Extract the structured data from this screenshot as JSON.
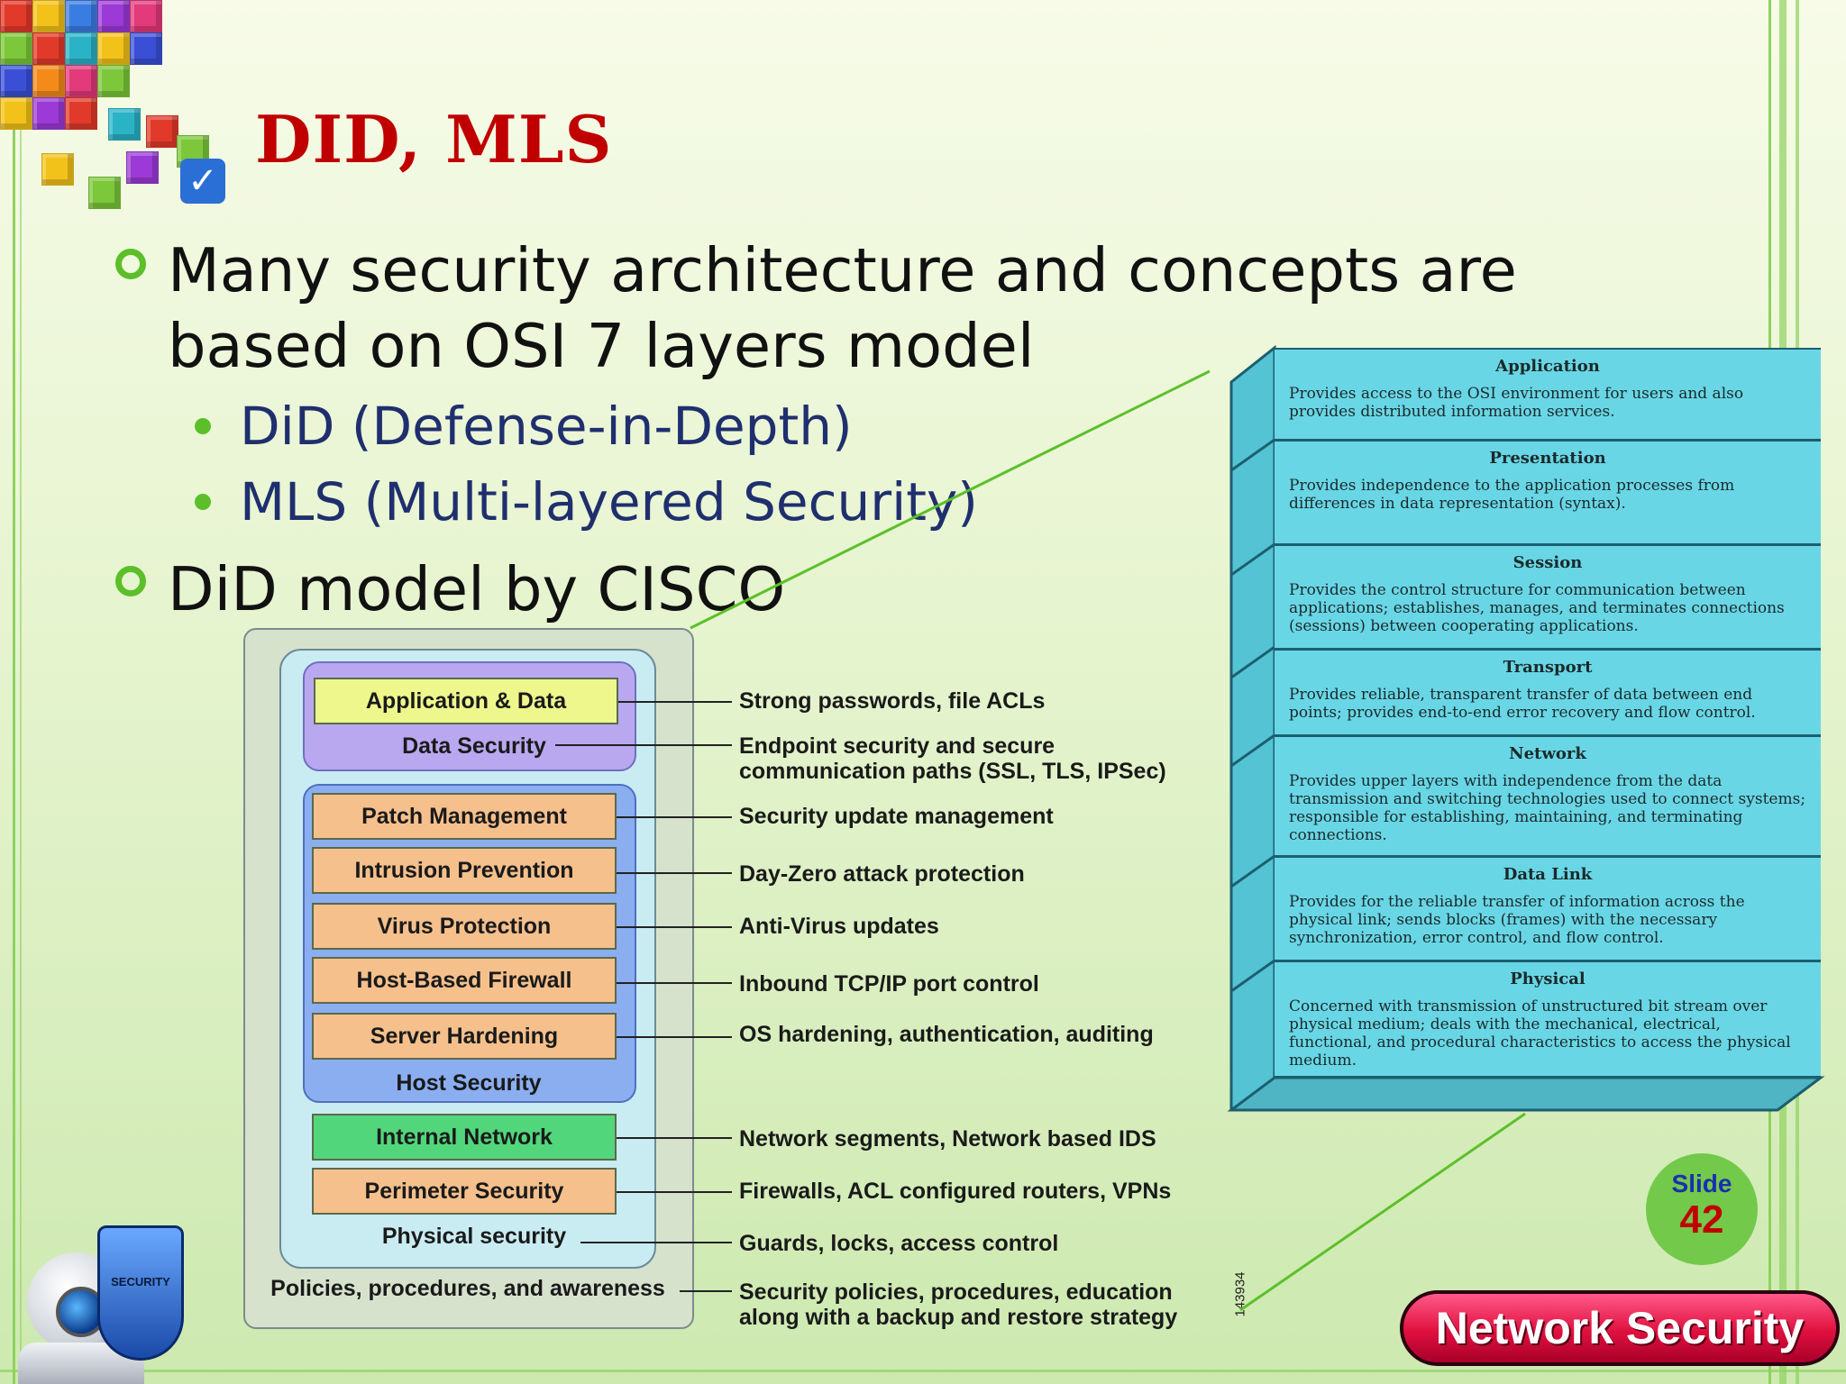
{
  "slide": {
    "title": "DID, MLS",
    "bullets": [
      {
        "line1": "Many security architecture and concepts are",
        "line2": "based on OSI 7 layers model"
      },
      {
        "line1": "DiD model by CISCO"
      }
    ],
    "sub_bullets": [
      "DiD (Defense-in-Depth)",
      "MLS (Multi-layered Security)"
    ],
    "slide_label": "Slide",
    "slide_number": "42",
    "footer_label": "Network Security",
    "robot_shield_text": "SECURITY"
  },
  "did_diagram": {
    "boxes": {
      "app_data": "Application & Data",
      "patch": "Patch Management",
      "intrusion": "Intrusion Prevention",
      "virus": "Virus Protection",
      "firewall": "Host-Based Firewall",
      "hardening": "Server Hardening",
      "internal": "Internal Network",
      "perimeter": "Perimeter Security"
    },
    "group_labels": {
      "data_security": "Data Security",
      "host_security": "Host Security",
      "physical": "Physical security",
      "policies": "Policies, procedures, and awareness"
    },
    "descriptions": {
      "passwords": "Strong passwords, file ACLs",
      "endpoint1": "Endpoint security and secure",
      "endpoint2": "communication paths (SSL, TLS, IPSec)",
      "update": "Security update management",
      "dayzero": "Day-Zero attack protection",
      "antivirus": "Anti-Virus updates",
      "inbound": "Inbound TCP/IP port control",
      "os": "OS hardening, authentication, auditing",
      "segments": "Network segments, Network based IDS",
      "firewalls": "Firewalls, ACL configured routers, VPNs",
      "guards": "Guards, locks, access control",
      "policies1": "Security policies, procedures, education",
      "policies2": "along with a  backup and restore strategy"
    },
    "figure_id": "143934"
  },
  "osi_layers": [
    {
      "name": "Application",
      "text": "Provides access to the OSI environment for users and also provides distributed information services."
    },
    {
      "name": "Presentation",
      "text": "Provides independence to the application processes from differences in data representation (syntax)."
    },
    {
      "name": "Session",
      "text": "Provides the control structure for communication between applications; establishes, manages, and terminates connections (sessions) between cooperating applications."
    },
    {
      "name": "Transport",
      "text": "Provides reliable, transparent transfer of data between end points; provides end-to-end error recovery and flow control."
    },
    {
      "name": "Network",
      "text": "Provides upper layers with independence from the data transmission and switching technologies used to connect systems; responsible for establishing, maintaining, and terminating connections."
    },
    {
      "name": "Data Link",
      "text": "Provides for the reliable transfer of information across the physical link; sends blocks (frames) with the necessary synchronization, error control, and flow control."
    },
    {
      "name": "Physical",
      "text": "Concerned with transmission of unstructured bit stream over physical medium; deals with the mechanical, electrical, functional, and procedural characteristics to access the physical medium."
    }
  ],
  "colors": {
    "title": "#c00000",
    "bullet": "#5cbf2a",
    "sub_bullet_text": "#1f2f6e",
    "osi_fill": "#69d6e6",
    "slide_badge": "#72c94a",
    "slide_number": "#c00000",
    "slide_label": "#1a2fb0",
    "footer_pill": "#e0103e"
  }
}
